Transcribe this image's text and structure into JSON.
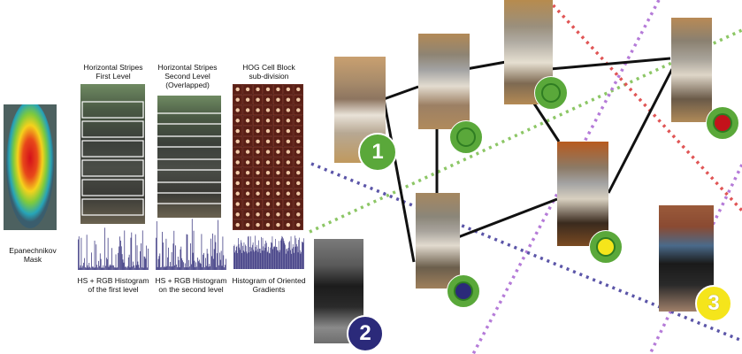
{
  "labels": {
    "mask": "Epanechnikov Mask",
    "stripes_first_title": "Horizontal Stripes\nFirst Level",
    "stripes_second_title": "Horizontal Stripes\nSecond Level\n(Overlapped)",
    "hog_title": "HOG Cell Block\nsub-division",
    "hist_first": "HS + RGB Histogram\nof the first level",
    "hist_second": "HS + RGB Histogram\non the second level",
    "hist_hog": "Histogram of Oriented\nGradients"
  },
  "badges": {
    "node_1": "1",
    "node_2": "2",
    "node_3": "3"
  },
  "colors": {
    "green": "#5aa83a",
    "dark_green": "#2f7d22",
    "navy": "#2b2a7a",
    "yellow": "#f5e51b",
    "red": "#c4121b",
    "hist_bar": "#2e2a78",
    "edge": "#111111",
    "dot_green": "#8cc665",
    "dot_purple": "#b57bd8",
    "dot_navy": "#5b55a8",
    "dot_red": "#e05555"
  }
}
